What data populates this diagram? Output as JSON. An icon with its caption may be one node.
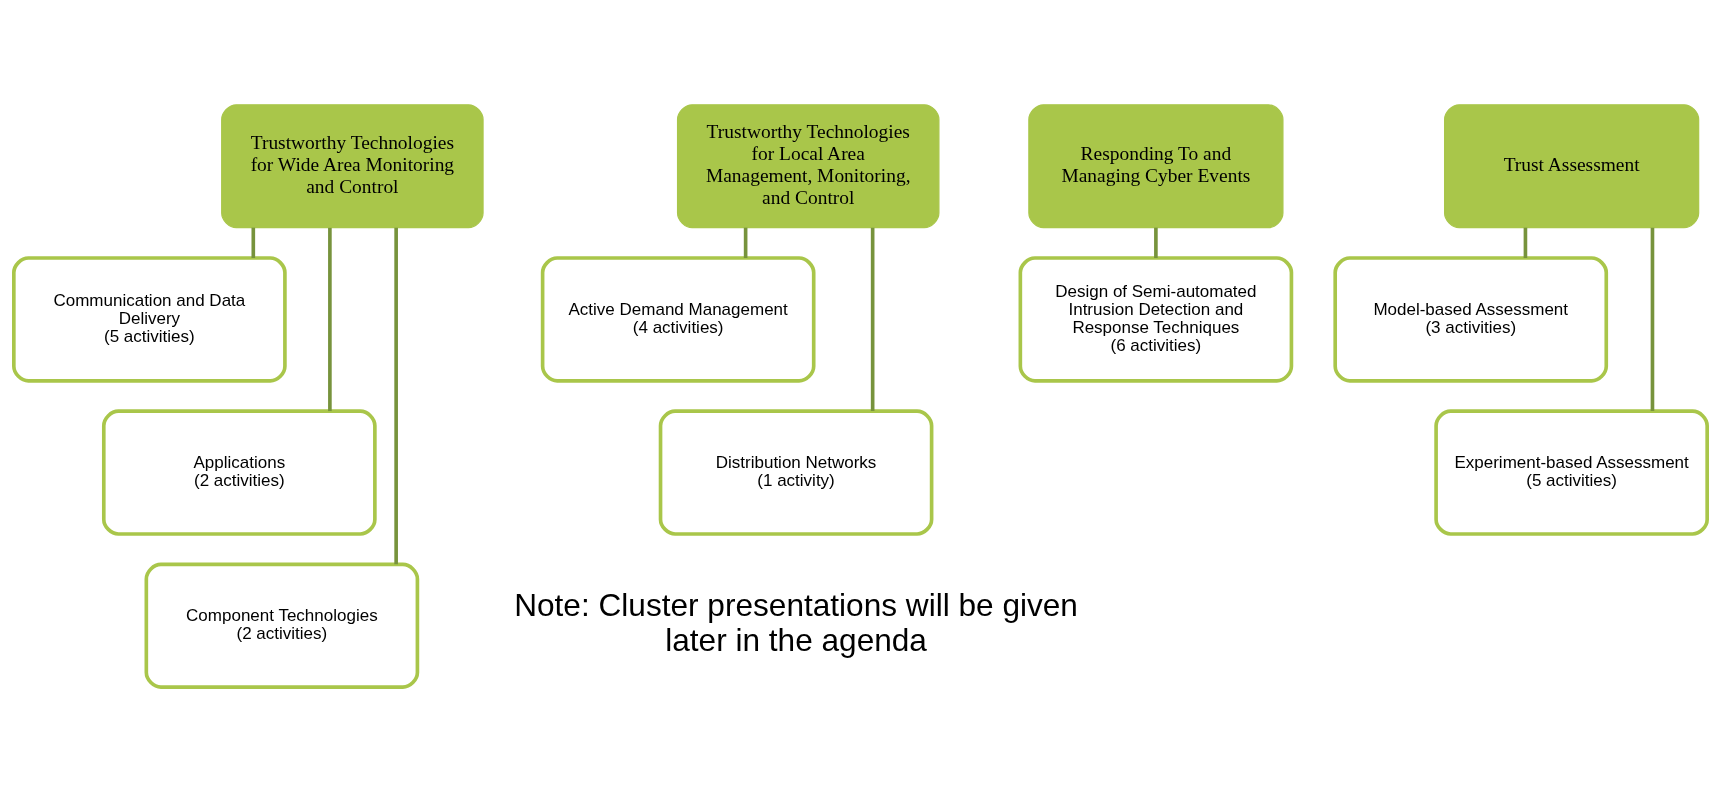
{
  "diagram": {
    "nodes": [
      {
        "text": [
          "Trustworthy Technologies for Wide Area Monitoring and Control"
        ]
      },
      {
        "text": [
          "Communication and Data Delivery",
          "(5 activities)"
        ]
      },
      {
        "text": [
          "Applications",
          "(2 activities)"
        ]
      },
      {
        "text": [
          "Component Technologies",
          "(2 activities)"
        ]
      },
      {
        "text": [
          "Trustworthy Technologies for Local Area Management, Monitoring, and Control"
        ]
      },
      {
        "text": [
          "Active Demand Management",
          "(4 activities)"
        ]
      },
      {
        "text": [
          "Distribution Networks",
          "(1 activity)"
        ]
      },
      {
        "text": [
          "Responding To and Managing Cyber Events"
        ]
      },
      {
        "text": [
          "Design of Semi-automated Intrusion Detection and Response Techniques",
          "(6 activities)"
        ]
      },
      {
        "text": [
          "Trust Assessment"
        ]
      },
      {
        "text": [
          "Model-based Assessment",
          "(3 activities)"
        ]
      },
      {
        "text": [
          "Experiment-based Assessment",
          "(5 activities)"
        ]
      }
    ],
    "edges": [
      {
        "from": 0,
        "to": 1,
        "arrow": "none"
      },
      {
        "from": 0,
        "to": 2,
        "arrow": "none"
      },
      {
        "from": 0,
        "to": 3,
        "arrow": "none"
      },
      {
        "from": 4,
        "to": 5,
        "arrow": "none"
      },
      {
        "from": 4,
        "to": 6,
        "arrow": "none"
      },
      {
        "from": 7,
        "to": 8,
        "arrow": "none"
      },
      {
        "from": 9,
        "to": 10,
        "arrow": "none"
      },
      {
        "from": 9,
        "to": 11,
        "arrow": "none"
      }
    ],
    "labels": [
      "Note: Cluster presentations will be given later in the agenda"
    ]
  }
}
